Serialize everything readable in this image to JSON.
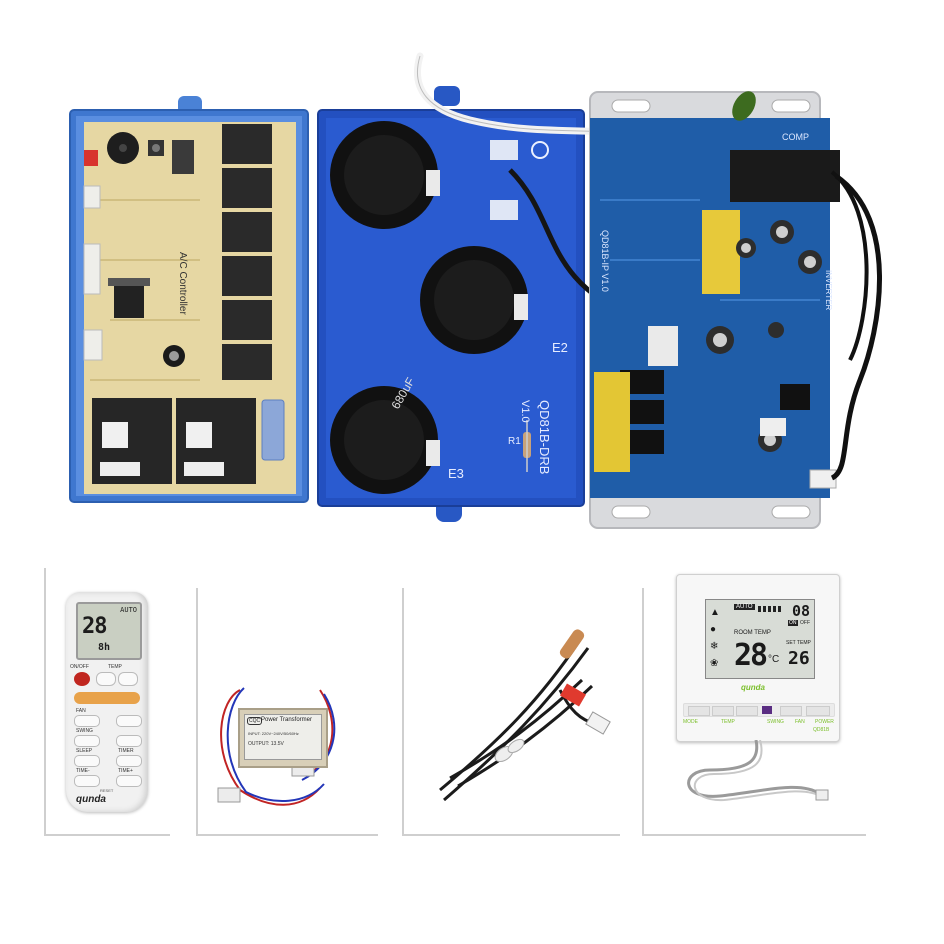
{
  "controller_board": {
    "label": "A/C Controller"
  },
  "capacitor_board": {
    "labels": [
      "E2",
      "E3",
      "QD81B-DRB",
      "V1.0",
      "R1"
    ],
    "cap_text": "680uF"
  },
  "inverter_board": {
    "labels": [
      "QD81B-IP V1.0",
      "INVERTER",
      "COMP"
    ]
  },
  "remote": {
    "display_temp": "28",
    "display_mode": "AUTO",
    "display_time": "8h",
    "buttons": [
      "ON/OFF",
      "TEMP",
      "FAN",
      "SWING",
      "SLEEP",
      "TIMER",
      "TIME-",
      "TIME+",
      "RESET"
    ],
    "brand": "qunda"
  },
  "transformer": {
    "title": "Power Transformer",
    "input": "INPUT: 220V~240V/50/60Hz",
    "output": "OUTPUT: 13.5V",
    "logo": "CQC"
  },
  "wall_panel": {
    "auto_label": "AUTO",
    "room_temp_label": "ROOM TEMP",
    "room_temp": "28",
    "unit": "°C",
    "set_temp_label": "SET TEMP",
    "set_temp": "26",
    "timer": "08",
    "on_label": "ON",
    "off_label": "OFF",
    "brand": "qunda",
    "buttons": [
      "MODE",
      "TEMP",
      "SWING",
      "FAN",
      "POWER"
    ],
    "model": "QD81B"
  }
}
